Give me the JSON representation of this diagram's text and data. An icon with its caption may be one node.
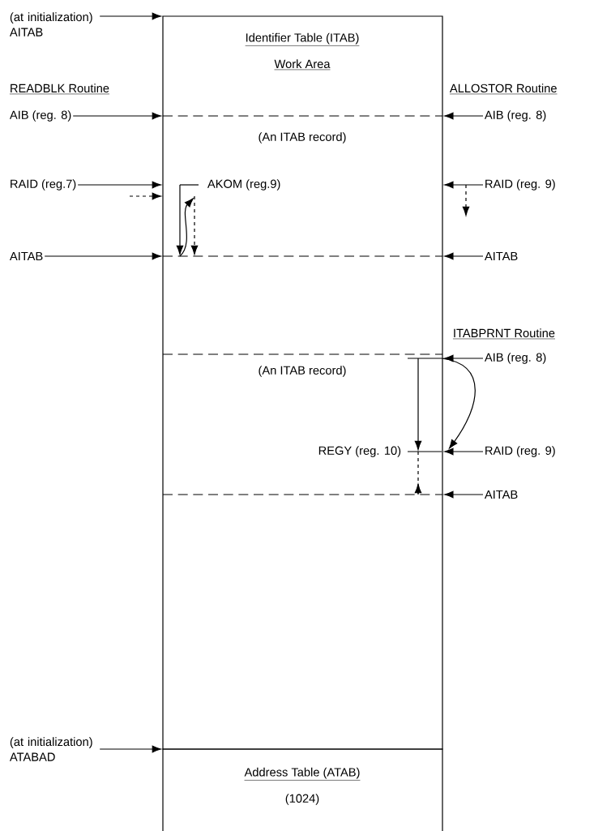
{
  "diagram": {
    "nodes": [
      {
        "text": [
          "Identifier Table (ITAB)",
          "Work Area"
        ]
      },
      {
        "text": [
          "Address Table (ATAB)",
          "(1024)"
        ]
      },
      {
        "text": [
          "(at initialization) AITAB"
        ]
      },
      {
        "text": [
          "AIB (reg. 8)"
        ]
      },
      {
        "text": [
          "RAID (reg.7)"
        ]
      },
      {
        "text": [
          "AITAB"
        ]
      },
      {
        "text": [
          "AIB (reg. 8)"
        ]
      },
      {
        "text": [
          "RAID (reg. 9)"
        ]
      },
      {
        "text": [
          "AITAB"
        ]
      },
      {
        "text": [
          "AIB (reg. 8)"
        ]
      },
      {
        "text": [
          "RAID (reg. 9)"
        ]
      },
      {
        "text": [
          "AITAB"
        ]
      },
      {
        "text": [
          "(at initialization) ATABAD"
        ]
      }
    ],
    "edges": [
      {
        "from": 2,
        "to": 0,
        "arrow": "to"
      },
      {
        "from": 3,
        "to": 0,
        "arrow": "to"
      },
      {
        "from": 4,
        "to": 0,
        "arrow": "to"
      },
      {
        "from": null,
        "to": 0,
        "arrow": "to",
        "style": "dashed"
      },
      {
        "from": 5,
        "to": 0,
        "arrow": "to"
      },
      {
        "from": 6,
        "to": 0,
        "arrow": "to"
      },
      {
        "from": 7,
        "to": 0,
        "arrow": "to"
      },
      {
        "from": 8,
        "to": 0,
        "arrow": "to"
      },
      {
        "from": 9,
        "to": 0,
        "arrow": "to"
      },
      {
        "from": 10,
        "to": 0,
        "arrow": "to"
      },
      {
        "from": 11,
        "to": 0,
        "arrow": "to"
      },
      {
        "from": 12,
        "to": 1,
        "arrow": "to"
      }
    ],
    "labels": [
      "READBLK Routine",
      "ALLOSTOR Routine",
      "(An ITAB record)",
      "AKOM (reg.9)",
      "ITABPRNT Routine",
      "(An ITAB record)",
      "REGY (reg. 10)"
    ]
  }
}
